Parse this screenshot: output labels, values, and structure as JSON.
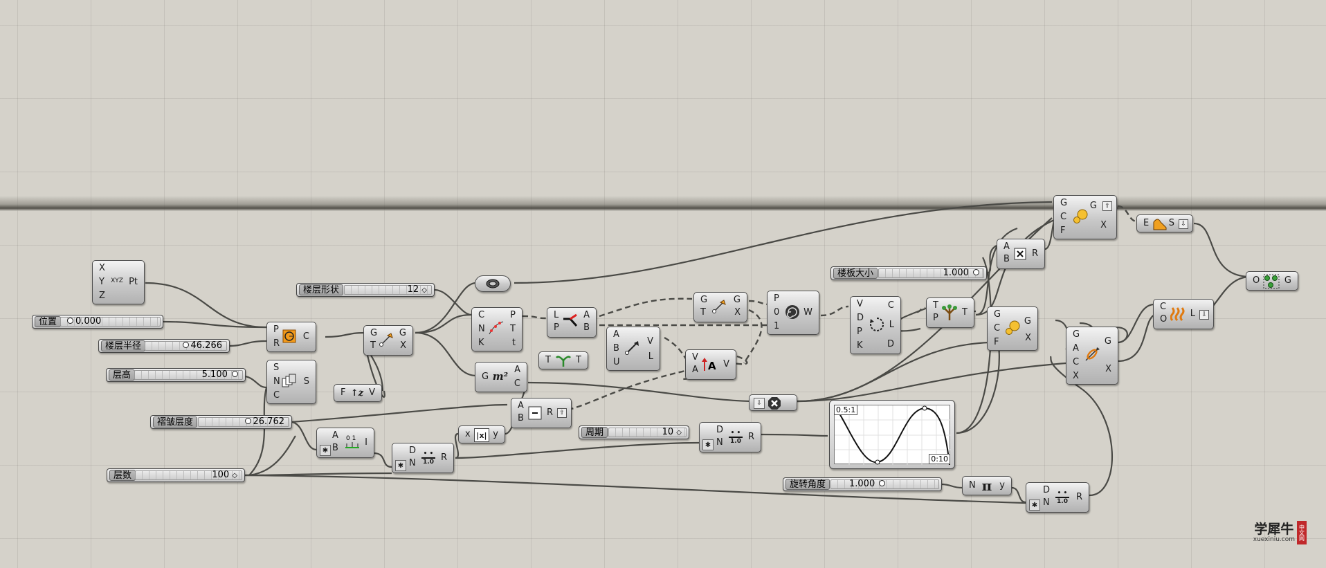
{
  "sliders": {
    "position": {
      "label": "位置",
      "value": "0.000"
    },
    "floor_radius": {
      "label": "楼层半径",
      "value": "46.266"
    },
    "floor_height": {
      "label": "层高",
      "value": "5.100"
    },
    "twist_floor": {
      "label": "褶皱层度",
      "value": "26.762"
    },
    "floor_count": {
      "label": "层数",
      "value": "100"
    },
    "floor_shape": {
      "label": "楼层形状",
      "value": "12"
    },
    "period": {
      "label": "周期",
      "value": "10"
    },
    "slab_size": {
      "label": "楼板大小",
      "value": "1.000"
    },
    "rotation_angle": {
      "label": "旋转角度",
      "value": "1.000"
    }
  },
  "nodes": {
    "construct_point": {
      "in": [
        "X",
        "Y",
        "Z"
      ],
      "out": [
        "Pt"
      ],
      "icon": "xyz-point-icon",
      "icon_text": "XYZ"
    },
    "circle": {
      "in": [
        "P",
        "R"
      ],
      "out": [
        "C"
      ],
      "icon": "circle-icon"
    },
    "move": {
      "in": [
        "G",
        "T"
      ],
      "out": [
        "G",
        "X"
      ],
      "icon": "move-icon"
    },
    "series": {
      "in": [
        "S",
        "N",
        "C"
      ],
      "out": [
        "S"
      ],
      "icon": "series-icon"
    },
    "unit_z": {
      "in": [
        "F"
      ],
      "out": [
        "V"
      ],
      "icon": "unit-z-icon"
    },
    "polygon_relay": {
      "icon": "relay-icon"
    },
    "divide_curve": {
      "in": [
        "C",
        "N",
        "K"
      ],
      "out": [
        "P",
        "T",
        "t"
      ],
      "icon": "divide-curve-icon"
    },
    "area": {
      "in": [
        "G"
      ],
      "out": [
        "A",
        "C"
      ],
      "icon": "area-icon",
      "icon_text": "m²"
    },
    "line": {
      "in": [
        "L",
        "P"
      ],
      "out": [
        "A",
        "B"
      ],
      "icon": "line-icon"
    },
    "graft": {
      "in": [
        "T"
      ],
      "out": [
        "T"
      ],
      "icon": "graft-icon"
    },
    "vector_2pt": {
      "in": [
        "A",
        "B",
        "U"
      ],
      "out": [
        "V",
        "L"
      ],
      "icon": "vector-icon"
    },
    "move2": {
      "in": [
        "G",
        "T"
      ],
      "out": [
        "G",
        "X"
      ],
      "icon": "move-icon"
    },
    "amplitude": {
      "in": [
        "V",
        "A"
      ],
      "out": [
        "V"
      ],
      "icon": "amplitude-icon"
    },
    "weave": {
      "in": [
        "P",
        "0",
        "1"
      ],
      "out": [
        "W"
      ],
      "icon": "weave-icon"
    },
    "rotate_subtract": {
      "in": [
        "A",
        "B"
      ],
      "out": [
        "R"
      ],
      "icon": "subtract-icon"
    },
    "range_a": {
      "in": [
        "A",
        "B"
      ],
      "out": [
        "I"
      ],
      "icon": "range-icon"
    },
    "division_a": {
      "in": [
        "D",
        "N"
      ],
      "out": [
        "R"
      ],
      "icon": "divide-icon",
      "icon_text": "1.0"
    },
    "absolute": {
      "in": [
        "x"
      ],
      "out": [
        "y"
      ],
      "icon": "absolute-icon",
      "icon_text": "|x|"
    },
    "flatten": {
      "icon": "flatten-icon"
    },
    "division_b": {
      "in": [
        "D",
        "N"
      ],
      "out": [
        "R"
      ],
      "icon": "divide-icon",
      "icon_text": "1.0"
    },
    "curve_frames": {
      "in": [
        "V",
        "D",
        "P",
        "K"
      ],
      "out": [
        "C",
        "L",
        "D"
      ],
      "icon": "curve-icon"
    },
    "tree_branch": {
      "in": [
        "T",
        "P"
      ],
      "out": [
        "T"
      ],
      "icon": "tree-icon"
    },
    "rotate1": {
      "in": [
        "G",
        "C",
        "F"
      ],
      "out": [
        "G",
        "X"
      ],
      "icon": "scale-icon"
    },
    "multiply": {
      "in": [
        "A",
        "B"
      ],
      "out": [
        "R"
      ],
      "icon": "multiply-icon"
    },
    "scale_big": {
      "in": [
        "G",
        "C",
        "F"
      ],
      "out": [
        "G",
        "X"
      ],
      "icon": "scale-icon"
    },
    "extrude": {
      "in": [
        "E"
      ],
      "out": [
        "S"
      ],
      "icon": "extrude-icon"
    },
    "rotate_axis": {
      "in": [
        "G",
        "A",
        "C",
        "X"
      ],
      "out": [
        "G",
        "X"
      ],
      "icon": "rotate-icon"
    },
    "loft": {
      "in": [
        "C",
        "O"
      ],
      "out": [
        "L"
      ],
      "icon": "loft-icon"
    },
    "geometry_out": {
      "in": [
        "O"
      ],
      "out": [
        "G"
      ],
      "icon": "geometry-icon"
    },
    "pi": {
      "in": [
        "N"
      ],
      "out": [
        "y"
      ],
      "icon": "pi-icon",
      "icon_text": "π"
    },
    "division_c": {
      "in": [
        "D",
        "N"
      ],
      "out": [
        "R"
      ],
      "icon": "divide-icon",
      "icon_text": "1.0"
    }
  },
  "graph_mapper": {
    "label_tl": "0.5:1",
    "label_br": "0:10"
  },
  "watermark": {
    "title": "学犀牛",
    "subtitle": "xuexiniu.com",
    "badge": "中文网"
  },
  "colors": {
    "canvas": "#d5d2ca",
    "wire": "#4a4a46",
    "node_border": "#4e4e4e"
  }
}
